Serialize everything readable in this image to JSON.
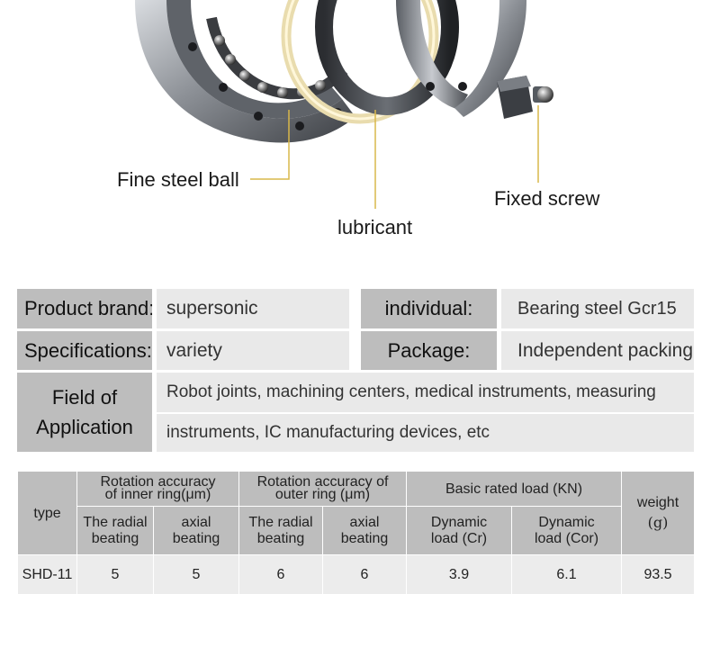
{
  "callouts": {
    "fine_steel_ball": "Fine steel ball",
    "lubricant": "lubricant",
    "fixed_screw": "Fixed screw"
  },
  "specs": {
    "brand_label": "Product brand:",
    "brand_value": "supersonic",
    "material_label": "individual:",
    "material_value": "Bearing steel Gcr15",
    "specifications_label": "Specifications:",
    "specifications_value": "variety",
    "package_label": "Package:",
    "package_value": "Independent packing",
    "application_label_line1": "Field of",
    "application_label_line2": "Application",
    "application_value_line1": "Robot joints, machining centers, medical instruments, measuring",
    "application_value_line2": "instruments, IC manufacturing devices, etc"
  },
  "table": {
    "headers": {
      "type": "type",
      "inner_group_line1": "Rotation accuracy",
      "inner_group_line2": "of inner ring(μm)",
      "outer_group_line1": "Rotation accuracy of",
      "outer_group_line2": "outer ring (μm)",
      "load_group": "Basic rated load (KN)",
      "weight_line1": "weight",
      "weight_line2": "(g)",
      "radial_line1": "The radial",
      "radial_line2": "beating",
      "axial_line1": "axial",
      "axial_line2": "beating",
      "radial2_line1": "The radial",
      "radial2_line2": "beating",
      "axial2_line1": "axial",
      "axial2_line2": "beating",
      "dyn_cr_line1": "Dynamic",
      "dyn_cr_line2": "load (Cr)",
      "dyn_cor_line1": "Dynamic",
      "dyn_cor_line2": "load (Cor)"
    },
    "rows": [
      {
        "type": "SHD-11",
        "inner_radial": "5",
        "inner_axial": "5",
        "outer_radial": "6",
        "outer_axial": "6",
        "cr": "3.9",
        "cor": "6.1",
        "weight": "93.5"
      }
    ]
  }
}
